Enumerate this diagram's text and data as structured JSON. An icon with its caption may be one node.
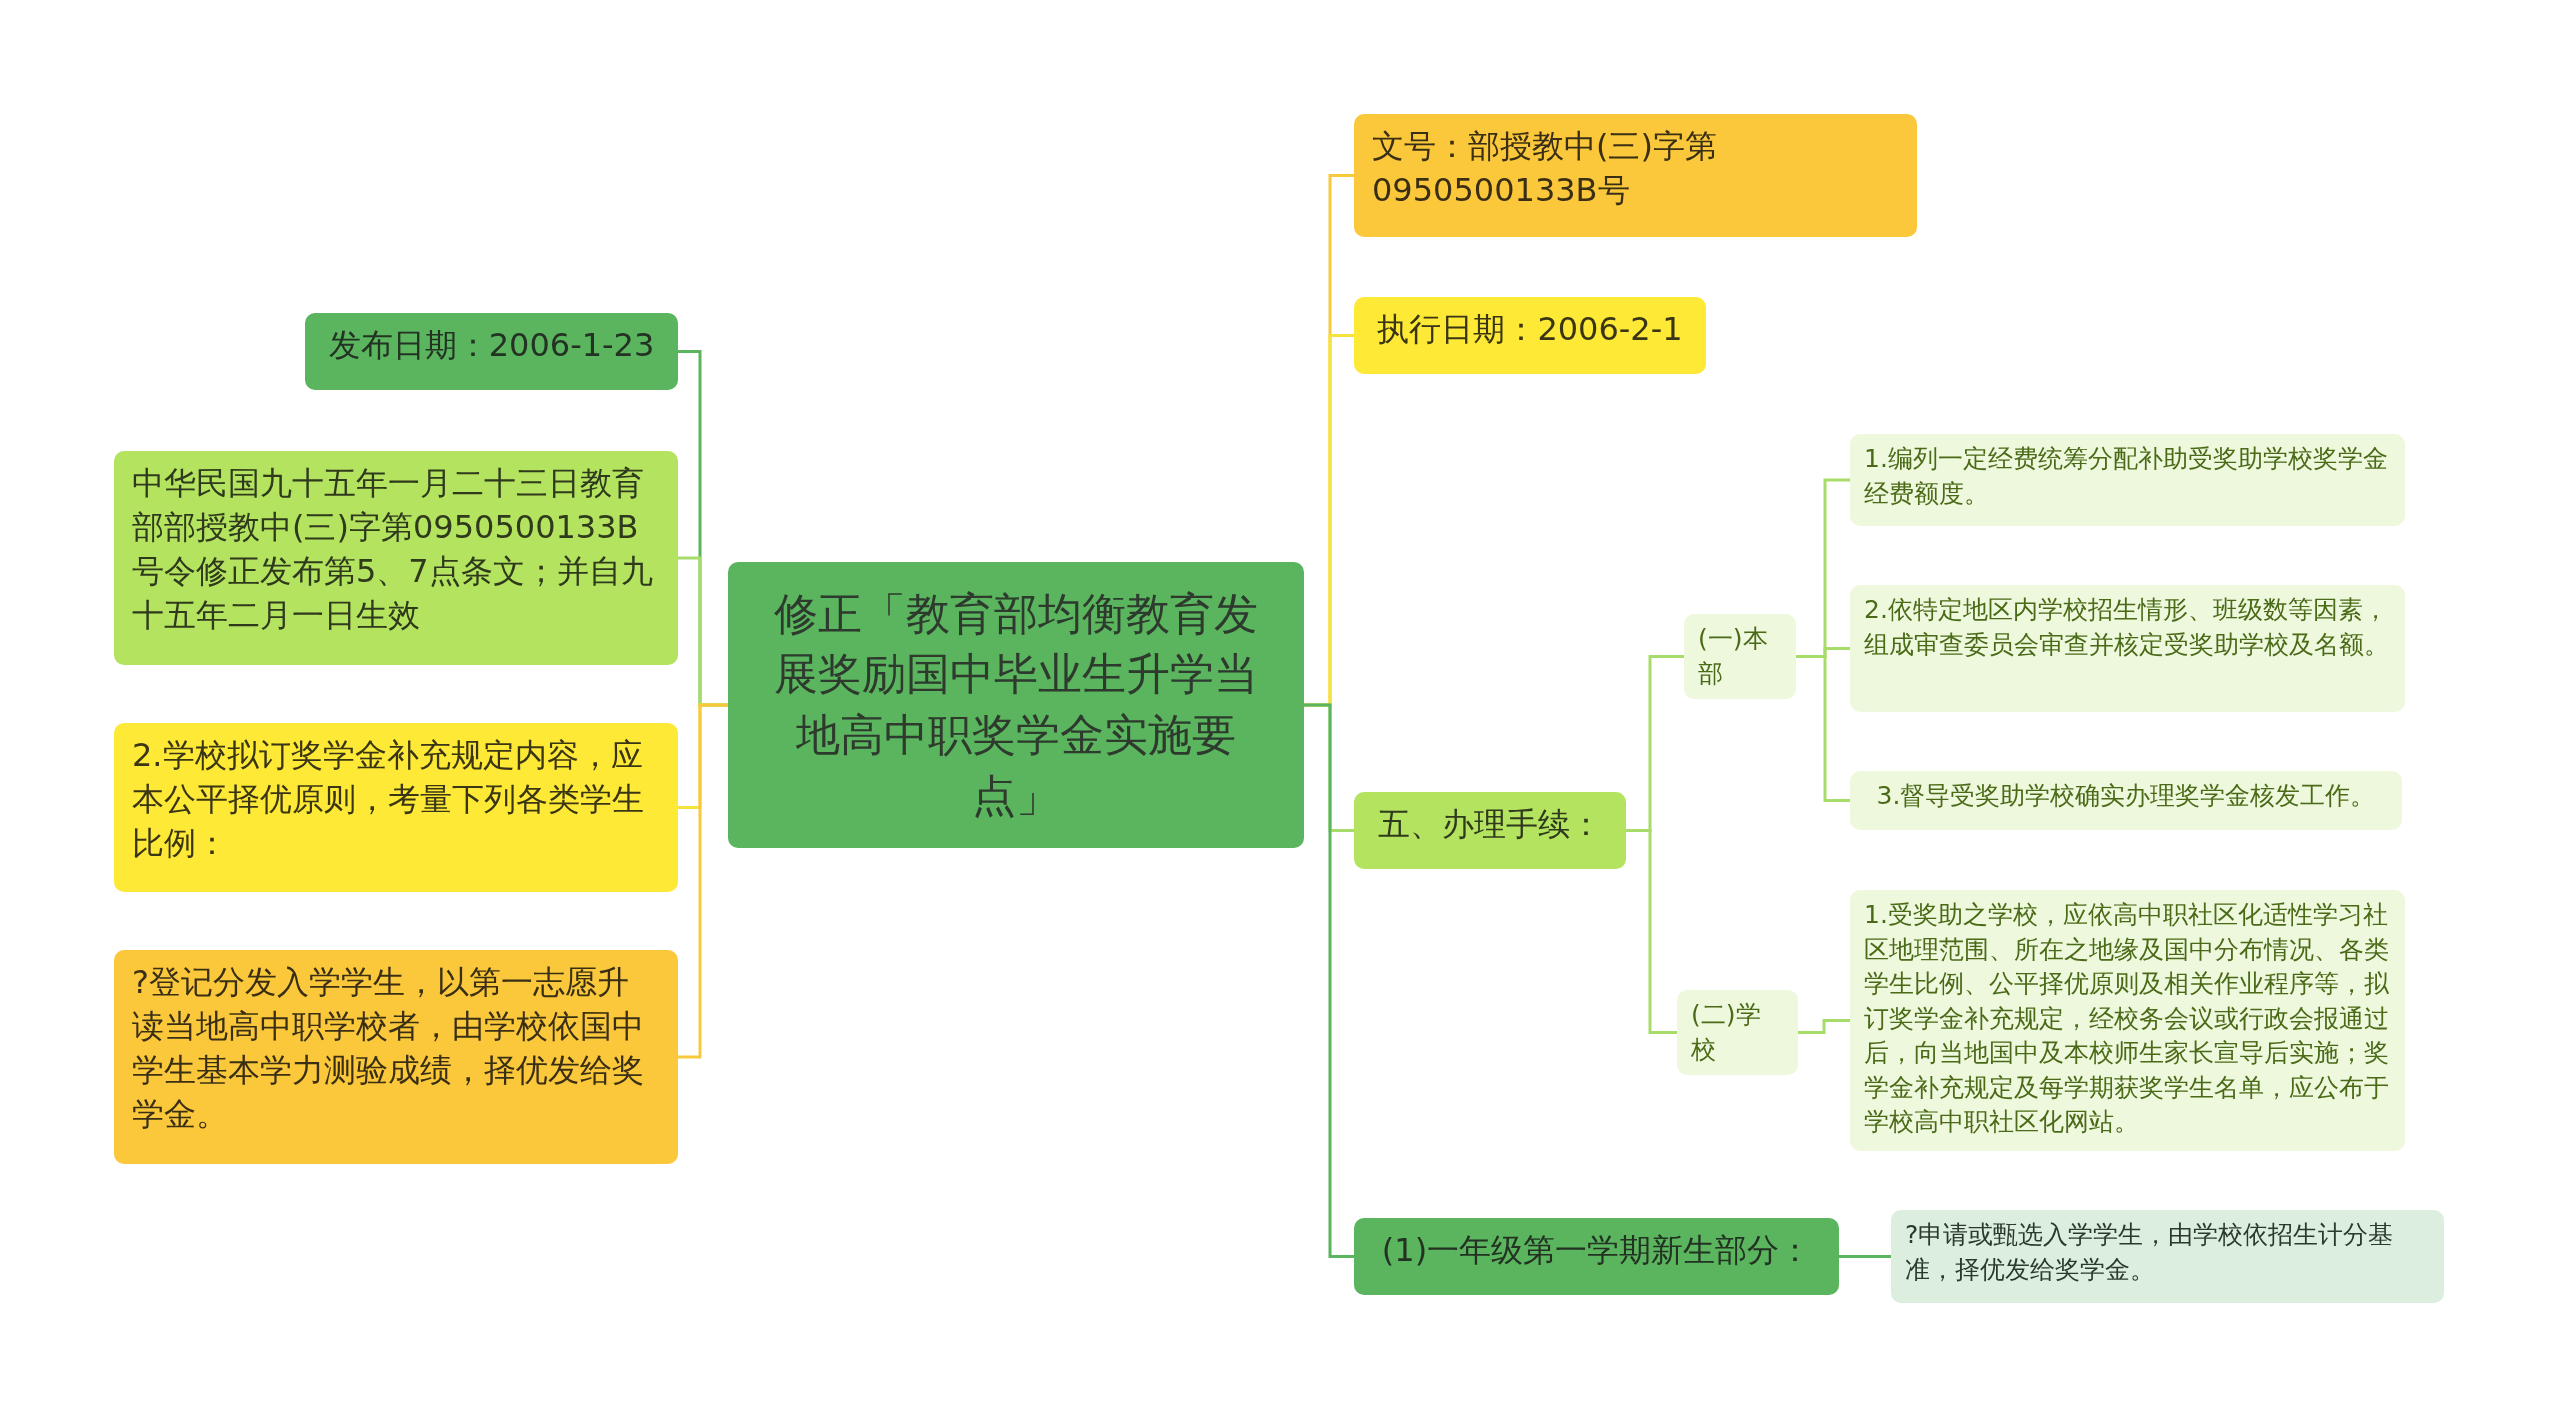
{
  "diagram": {
    "nodes": [
      {
        "text": [
          "修正「教育部均衡教育发展奖励国中毕业生升学当地高中职奖学金实施要点」"
        ]
      },
      {
        "text": [
          "发布日期：2006-1-23"
        ]
      },
      {
        "text": [
          "中华民国九十五年一月二十三日教育部部授教中(三)字第0950500133B号令修正发布第5、7点条文；并自九十五年二月一日生效"
        ]
      },
      {
        "text": [
          "2.学校拟订奖学金补充规定内容，应本公平择优原则，考量下列各类学生比例："
        ]
      },
      {
        "text": [
          "?登记分发入学学生，以第一志愿升读当地高中职学校者，由学校依国中学生基本学力测验成绩，择优发给奖学金。"
        ]
      },
      {
        "text": [
          "文号：部授教中(三)字第0950500133B号"
        ]
      },
      {
        "text": [
          "执行日期：2006-2-1"
        ]
      },
      {
        "text": [
          "五、办理手续："
        ]
      },
      {
        "text": [
          "(一)本部"
        ]
      },
      {
        "text": [
          "1.编列一定经费统筹分配补助受奖助学校奖学金经费额度。"
        ]
      },
      {
        "text": [
          "2.依特定地区内学校招生情形、班级数等因素，组成审查委员会审查并核定受奖助学校及名额。"
        ]
      },
      {
        "text": [
          "3.督导受奖助学校确实办理奖学金核发工作。"
        ]
      },
      {
        "text": [
          "(二)学校"
        ]
      },
      {
        "text": [
          "1.受奖助之学校，应依高中职社区化适性学习社区地理范围、所在之地缘及国中分布情况、各类学生比例、公平择优原则及相关作业程序等，拟订奖学金补充规定，经校务会议或行政会报通过后，向当地国中及本校师生家长宣导后实施；奖学金补充规定及每学期获奖学生名单，应公布于学校高中职社区化网站。"
        ]
      },
      {
        "text": [
          "(1)一年级第一学期新生部分："
        ]
      },
      {
        "text": [
          "?申请或甄选入学学生，由学校依招生计分基准，择优发给奖学金。"
        ]
      }
    ],
    "edges": [
      {
        "from": 0,
        "to": 1,
        "arrow": "none",
        "color": "#5ab55e"
      },
      {
        "from": 0,
        "to": 2,
        "arrow": "none"
      },
      {
        "from": 0,
        "to": 3,
        "arrow": "none",
        "color": "#f5e33c"
      },
      {
        "from": 0,
        "to": 4,
        "arrow": "none",
        "color": "#f8c93c"
      },
      {
        "from": 0,
        "to": 5,
        "arrow": "none",
        "color": "#f8c93c"
      },
      {
        "from": 0,
        "to": 6,
        "arrow": "none",
        "color": "#f5e33c"
      },
      {
        "from": 0,
        "to": 7,
        "arrow": "none"
      },
      {
        "from": 0,
        "to": 14,
        "arrow": "none",
        "color": "#5ab55e"
      },
      {
        "from": 7,
        "to": 8,
        "arrow": "none"
      },
      {
        "from": 7,
        "to": 12,
        "arrow": "none"
      },
      {
        "from": 8,
        "to": 9,
        "arrow": "none"
      },
      {
        "from": 8,
        "to": 10,
        "arrow": "none"
      },
      {
        "from": 8,
        "to": 11,
        "arrow": "none"
      },
      {
        "from": 12,
        "to": 13,
        "arrow": "none"
      },
      {
        "from": 14,
        "to": 15,
        "arrow": "none",
        "color": "#5ab55e"
      }
    ]
  }
}
